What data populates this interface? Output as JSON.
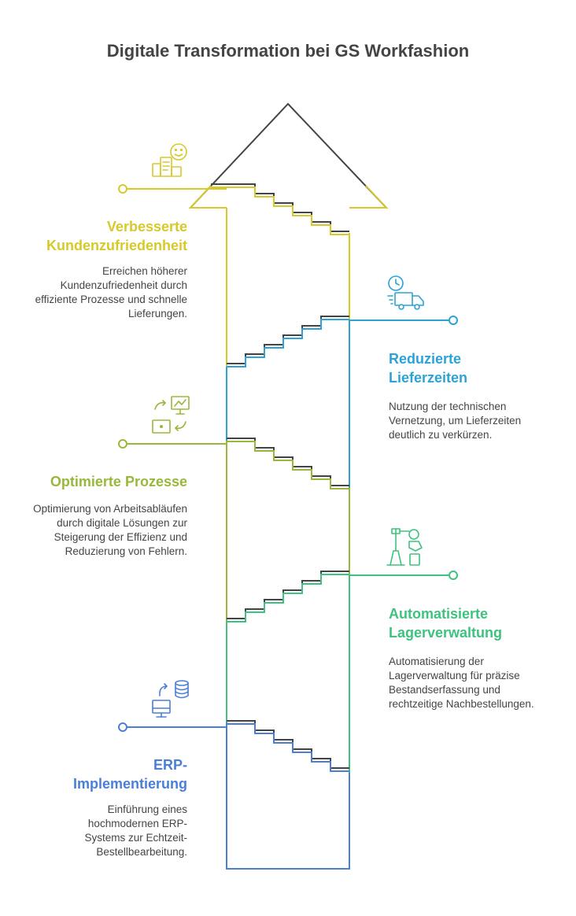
{
  "title": "Digitale Transformation bei GS Workfashion",
  "colors": {
    "outline": "#444444",
    "yellow": "#d8c92a",
    "blue": "#2ba3d6",
    "olive": "#99b83a",
    "green": "#3ec27f",
    "royal": "#4a7fd8"
  },
  "steps": [
    {
      "title": "Verbesserte\nKundenzufriedenheit",
      "description": "Erreichen höherer Kundenzufriedenheit durch effiziente Prozesse und schnelle Lieferungen.",
      "icon": "customer-satisfaction-icon",
      "color": "#d8c92a"
    },
    {
      "title": "Reduzierte\nLieferzeiten",
      "description": "Nutzung der technischen Vernetzung, um Lieferzeiten deutlich zu verkürzen.",
      "icon": "delivery-truck-icon",
      "color": "#2ba3d6"
    },
    {
      "title": "Optimierte Prozesse",
      "description": "Optimierung von Arbeitsabläufen durch digitale Lösungen zur Steigerung der Effizienz und Reduzierung von Fehlern.",
      "icon": "process-optimization-icon",
      "color": "#99b83a"
    },
    {
      "title": "Automatisierte\nLagerverwaltung",
      "description": "Automatisierung der Lagerverwaltung für präzise Bestandserfassung und rechtzeitige Nachbestellungen.",
      "icon": "robot-arm-icon",
      "color": "#3ec27f"
    },
    {
      "title": "ERP-\nImplementierung",
      "description": "Einführung eines hochmodernen ERP-Systems zur Echtzeit-Bestellbearbeitung.",
      "icon": "erp-database-icon",
      "color": "#4a7fd8"
    }
  ]
}
